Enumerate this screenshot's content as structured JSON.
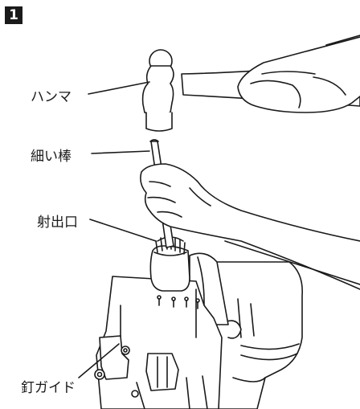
{
  "step": {
    "number": "1"
  },
  "labels": {
    "hammer": "ハンマ",
    "rod": "細い棒",
    "muzzle": "射出口",
    "nail_guide": "釘ガイド"
  },
  "colors": {
    "line": "#1a1a1a",
    "fill": "#ffffff",
    "step_bg": "#1a1a1a"
  }
}
